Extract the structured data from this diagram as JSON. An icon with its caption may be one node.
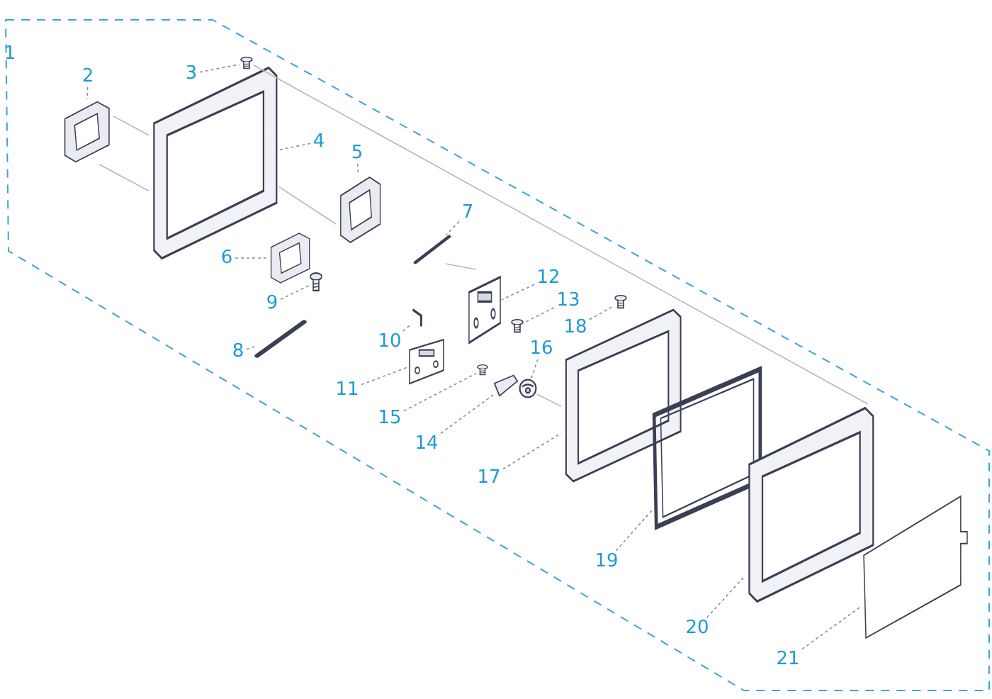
{
  "diagram": {
    "nodes": [
      {
        "text": [
          "2"
        ]
      },
      {
        "text": [
          "3"
        ]
      },
      {
        "text": [
          "4"
        ]
      },
      {
        "text": [
          "5"
        ]
      },
      {
        "text": [
          "6"
        ]
      },
      {
        "text": [
          "7"
        ]
      },
      {
        "text": [
          "8"
        ]
      },
      {
        "text": [
          "9"
        ]
      },
      {
        "text": [
          "10"
        ]
      },
      {
        "text": [
          "11"
        ]
      },
      {
        "text": [
          "12"
        ]
      },
      {
        "text": [
          "13"
        ]
      },
      {
        "text": [
          "14"
        ]
      },
      {
        "text": [
          "15"
        ]
      },
      {
        "text": [
          "16"
        ]
      },
      {
        "text": [
          "17"
        ]
      },
      {
        "text": [
          "18"
        ]
      },
      {
        "text": [
          "19"
        ]
      },
      {
        "text": [
          "20"
        ]
      },
      {
        "text": [
          "21"
        ]
      },
      {
        "text": [],
        "shape": "picture"
      },
      {
        "text": [],
        "shape": "picture"
      },
      {
        "text": [],
        "shape": "picture"
      },
      {
        "text": [],
        "shape": "picture"
      },
      {
        "text": [],
        "shape": "picture"
      },
      {
        "text": [],
        "shape": "picture"
      },
      {
        "text": [],
        "shape": "picture"
      },
      {
        "text": [],
        "shape": "picture"
      },
      {
        "text": [],
        "shape": "picture"
      },
      {
        "text": [],
        "shape": "picture"
      },
      {
        "text": [],
        "shape": "picture"
      },
      {
        "text": [],
        "shape": "picture"
      },
      {
        "text": [],
        "shape": "picture"
      },
      {
        "text": [],
        "shape": "picture"
      },
      {
        "text": [],
        "shape": "picture"
      },
      {
        "text": [],
        "shape": "picture"
      },
      {
        "text": [],
        "shape": "picture"
      },
      {
        "text": [],
        "shape": "picture"
      },
      {
        "text": [],
        "shape": "picture"
      },
      {
        "text": [],
        "shape": "picture"
      }
    ],
    "edges": [
      {
        "from": 0,
        "to": 20,
        "arrow": "none",
        "style": "dashed"
      },
      {
        "from": 1,
        "to": 21,
        "arrow": "none",
        "style": "dashed"
      },
      {
        "from": 2,
        "to": 22,
        "arrow": "none",
        "style": "dashed"
      },
      {
        "from": 3,
        "to": 23,
        "arrow": "none",
        "style": "dashed"
      },
      {
        "from": 4,
        "to": 24,
        "arrow": "none",
        "style": "dashed"
      },
      {
        "from": 5,
        "to": 25,
        "arrow": "none",
        "style": "dashed"
      },
      {
        "from": 6,
        "to": 26,
        "arrow": "none",
        "style": "dashed"
      },
      {
        "from": 7,
        "to": 27,
        "arrow": "none",
        "style": "dashed"
      },
      {
        "from": 8,
        "to": 28,
        "arrow": "none",
        "style": "dashed"
      },
      {
        "from": 9,
        "to": 29,
        "arrow": "none",
        "style": "dashed"
      },
      {
        "from": 10,
        "to": 30,
        "arrow": "none",
        "style": "dashed"
      },
      {
        "from": 11,
        "to": 31,
        "arrow": "none",
        "style": "dashed"
      },
      {
        "from": 12,
        "to": 32,
        "arrow": "none",
        "style": "dashed"
      },
      {
        "from": 13,
        "to": 33,
        "arrow": "none",
        "style": "dashed"
      },
      {
        "from": 14,
        "to": 34,
        "arrow": "none",
        "style": "dashed"
      },
      {
        "from": 15,
        "to": 35,
        "arrow": "none",
        "style": "dashed"
      },
      {
        "from": 16,
        "to": 36,
        "arrow": "none",
        "style": "dashed"
      },
      {
        "from": 17,
        "to": 37,
        "arrow": "none",
        "style": "dashed"
      },
      {
        "from": 18,
        "to": 38,
        "arrow": "none",
        "style": "dashed"
      },
      {
        "from": 19,
        "to": 39,
        "arrow": "none",
        "style": "dashed"
      },
      {
        "from": 20,
        "to": 22,
        "arrow": "none",
        "color": "#b4b7bf"
      },
      {
        "from": 20,
        "to": 22,
        "arrow": "none",
        "color": "#b4b7bf"
      },
      {
        "from": 22,
        "to": 23,
        "arrow": "none",
        "color": "#b4b7bf"
      },
      {
        "from": 25,
        "to": 30,
        "arrow": "none",
        "color": "#b4b7bf"
      },
      {
        "from": 34,
        "to": 35,
        "arrow": "none",
        "color": "#b4b7bf"
      },
      {
        "from": 21,
        "to": 38,
        "arrow": "none",
        "color": "#b4b7bf"
      }
    ],
    "labels": [
      "1"
    ]
  }
}
